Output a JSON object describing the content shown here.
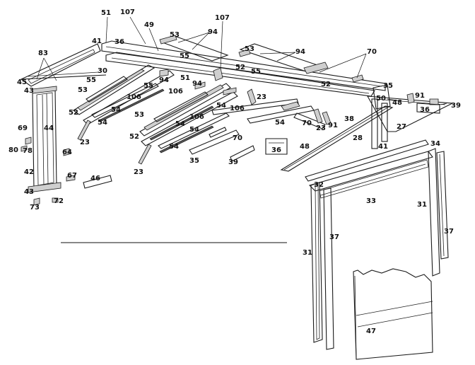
{
  "labels": [
    {
      "id": "51a",
      "text": "51"
    },
    {
      "id": "107a",
      "text": "107"
    },
    {
      "id": "49",
      "text": "49"
    },
    {
      "id": "107b",
      "text": "107"
    },
    {
      "id": "53a",
      "text": "53"
    },
    {
      "id": "94a",
      "text": "94"
    },
    {
      "id": "53b",
      "text": "53"
    },
    {
      "id": "94b",
      "text": "94"
    },
    {
      "id": "70a",
      "text": "70"
    },
    {
      "id": "41a",
      "text": "41"
    },
    {
      "id": "36a",
      "text": "36"
    },
    {
      "id": "83",
      "text": "83"
    },
    {
      "id": "55a",
      "text": "55"
    },
    {
      "id": "45",
      "text": "45"
    },
    {
      "id": "30",
      "text": "30"
    },
    {
      "id": "52a",
      "text": "52"
    },
    {
      "id": "55b",
      "text": "55"
    },
    {
      "id": "43a",
      "text": "43"
    },
    {
      "id": "55c",
      "text": "55"
    },
    {
      "id": "55d",
      "text": "55"
    },
    {
      "id": "51b",
      "text": "51"
    },
    {
      "id": "52b",
      "text": "52"
    },
    {
      "id": "35a",
      "text": "35"
    },
    {
      "id": "53c",
      "text": "53"
    },
    {
      "id": "94c",
      "text": "94"
    },
    {
      "id": "94d",
      "text": "94"
    },
    {
      "id": "23a",
      "text": "23"
    },
    {
      "id": "50",
      "text": "50"
    },
    {
      "id": "48a",
      "text": "48"
    },
    {
      "id": "91a",
      "text": "91"
    },
    {
      "id": "39a",
      "text": "39"
    },
    {
      "id": "106a",
      "text": "106"
    },
    {
      "id": "106b",
      "text": "106"
    },
    {
      "id": "54a",
      "text": "54"
    },
    {
      "id": "106c",
      "text": "106"
    },
    {
      "id": "36b",
      "text": "36"
    },
    {
      "id": "52c",
      "text": "52"
    },
    {
      "id": "54b",
      "text": "54"
    },
    {
      "id": "53d",
      "text": "53"
    },
    {
      "id": "38",
      "text": "38"
    },
    {
      "id": "27",
      "text": "27"
    },
    {
      "id": "69",
      "text": "69"
    },
    {
      "id": "44",
      "text": "44"
    },
    {
      "id": "106d",
      "text": "106"
    },
    {
      "id": "54c",
      "text": "54"
    },
    {
      "id": "54d",
      "text": "54"
    },
    {
      "id": "54e",
      "text": "54"
    },
    {
      "id": "70b",
      "text": "70"
    },
    {
      "id": "23b",
      "text": "23"
    },
    {
      "id": "91b",
      "text": "91"
    },
    {
      "id": "52d",
      "text": "52"
    },
    {
      "id": "54f",
      "text": "54"
    },
    {
      "id": "70c",
      "text": "70"
    },
    {
      "id": "28",
      "text": "28"
    },
    {
      "id": "23c",
      "text": "23"
    },
    {
      "id": "54g",
      "text": "54"
    },
    {
      "id": "48b",
      "text": "48"
    },
    {
      "id": "41b",
      "text": "41"
    },
    {
      "id": "80",
      "text": "80"
    },
    {
      "id": "78",
      "text": "78"
    },
    {
      "id": "64",
      "text": "64"
    },
    {
      "id": "35b",
      "text": "35"
    },
    {
      "id": "39b",
      "text": "39"
    },
    {
      "id": "36c",
      "text": "36"
    },
    {
      "id": "34",
      "text": "34"
    },
    {
      "id": "23d",
      "text": "23"
    },
    {
      "id": "42",
      "text": "42"
    },
    {
      "id": "67",
      "text": "67"
    },
    {
      "id": "46",
      "text": "46"
    },
    {
      "id": "32",
      "text": "32"
    },
    {
      "id": "43b",
      "text": "43"
    },
    {
      "id": "33",
      "text": "33"
    },
    {
      "id": "31a",
      "text": "31"
    },
    {
      "id": "73",
      "text": "73"
    },
    {
      "id": "72",
      "text": "72"
    },
    {
      "id": "37a",
      "text": "37"
    },
    {
      "id": "37b",
      "text": "37"
    },
    {
      "id": "31b",
      "text": "31"
    },
    {
      "id": "47",
      "text": "47"
    }
  ]
}
